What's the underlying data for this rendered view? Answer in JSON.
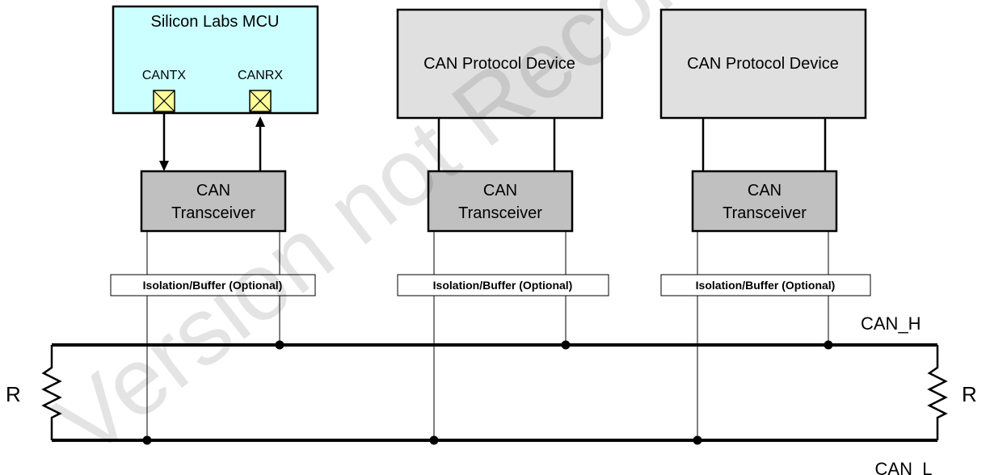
{
  "mcu": {
    "title": "Silicon Labs MCU",
    "pin_tx": "CANTX",
    "pin_rx": "CANRX",
    "fill": "#ccffff"
  },
  "devices": [
    {
      "label": "CAN Protocol Device"
    },
    {
      "label": "CAN Protocol Device"
    }
  ],
  "transceivers": [
    {
      "line1": "CAN",
      "line2": "Transceiver"
    },
    {
      "line1": "CAN",
      "line2": "Transceiver"
    },
    {
      "line1": "CAN",
      "line2": "Transceiver"
    }
  ],
  "isolation": [
    {
      "label": "Isolation/Buffer (Optional)"
    },
    {
      "label": "Isolation/Buffer (Optional)"
    },
    {
      "label": "Isolation/Buffer (Optional)"
    }
  ],
  "bus": {
    "high": "CAN_H",
    "low": "CAN_L",
    "term_left": "R",
    "term_right": "R"
  },
  "watermark": "Version not Recommended",
  "colors": {
    "device_fill": "#e0e0e0",
    "transceiver_fill": "#c0c0c0",
    "pin_fill": "#ffff99"
  }
}
